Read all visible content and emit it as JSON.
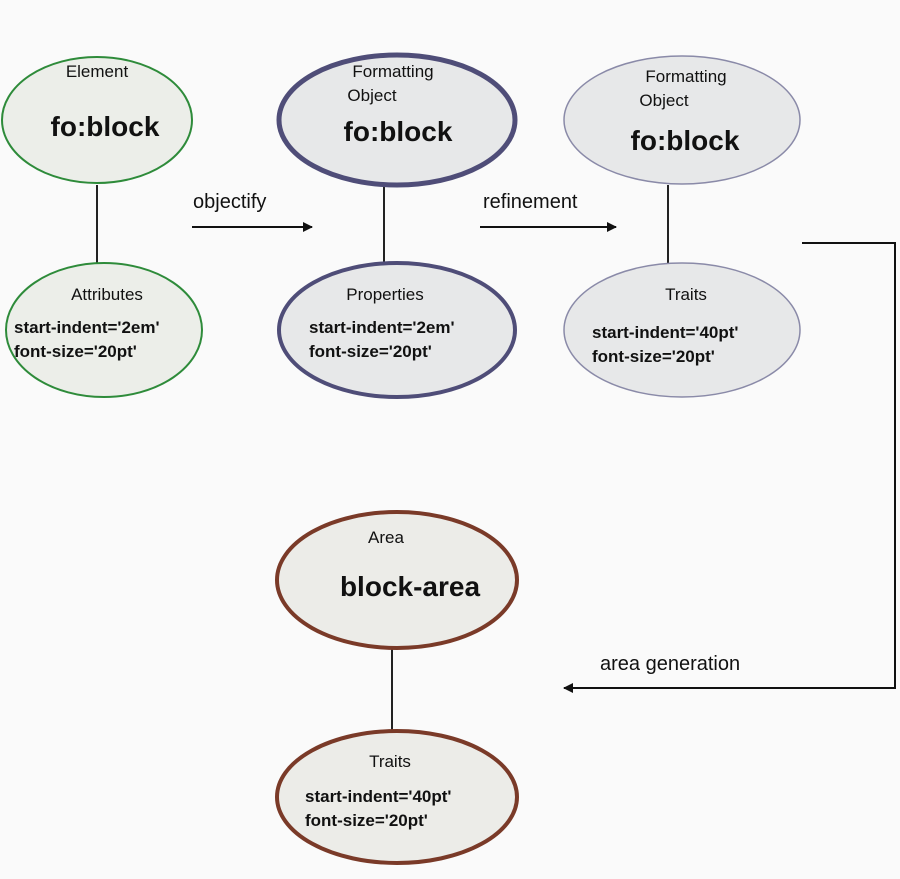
{
  "colors": {
    "element_stroke": "#2e8b3a",
    "fo_stroke": "#4f4d78",
    "refined_stroke": "#8a8aa8",
    "area_stroke": "#7a3a28",
    "connector": "#222222"
  },
  "nodes": {
    "element": {
      "caption": "Element",
      "name": "fo:block"
    },
    "element_attrs": {
      "caption": "Attributes",
      "line1": "start-indent='2em'",
      "line2": "font-size='20pt'"
    },
    "fo": {
      "caption_line1": "Formatting",
      "caption_line2": "Object",
      "name": "fo:block"
    },
    "fo_props": {
      "caption": "Properties",
      "line1": "start-indent='2em'",
      "line2": "font-size='20pt'"
    },
    "refined": {
      "caption_line1": "Formatting",
      "caption_line2": "Object",
      "name": "fo:block"
    },
    "refined_traits": {
      "caption": "Traits",
      "line1": "start-indent='40pt'",
      "line2": "font-size='20pt'"
    },
    "area": {
      "caption": "Area",
      "name": "block-area"
    },
    "area_traits": {
      "caption": "Traits",
      "line1": "start-indent='40pt'",
      "line2": "font-size='20pt'"
    }
  },
  "edges": {
    "objectify": "objectify",
    "refinement": "refinement",
    "area_generation": "area generation"
  }
}
